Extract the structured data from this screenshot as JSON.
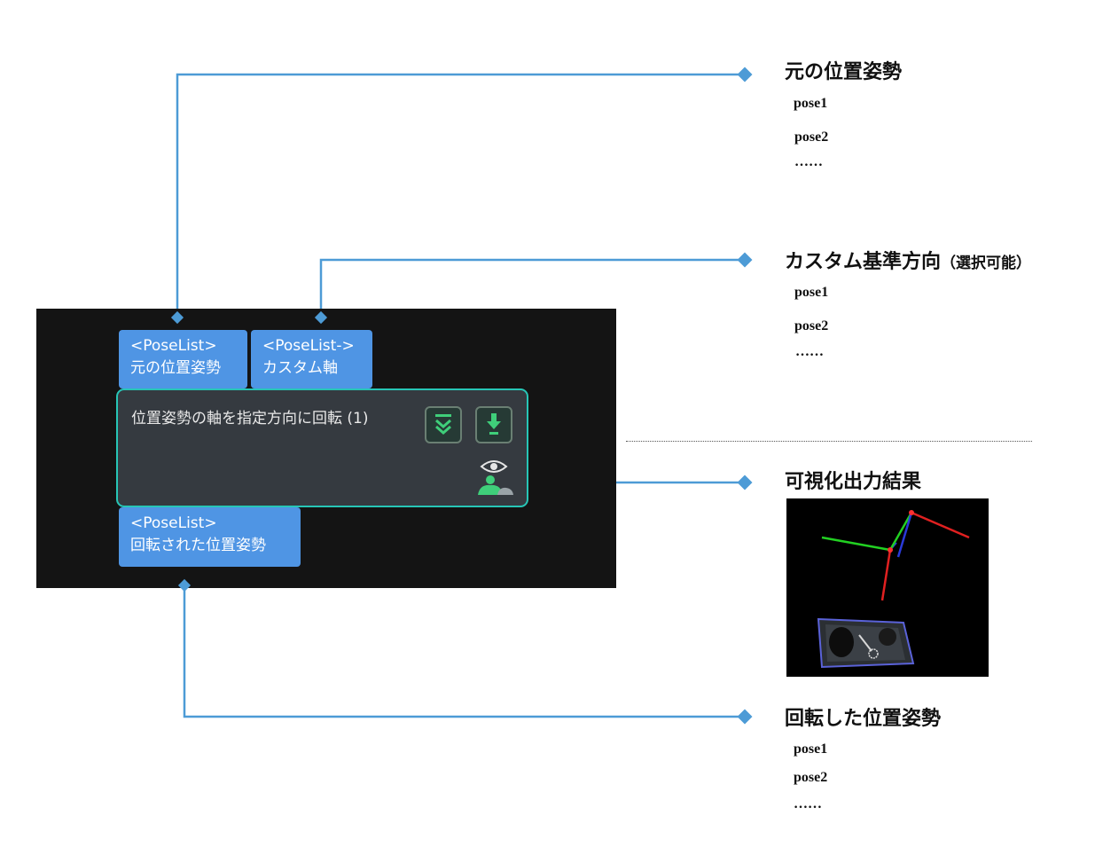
{
  "step": {
    "title": "位置姿勢の軸を指定方向に回転 (1)",
    "inputs": [
      {
        "type": "<PoseList>",
        "name": "元の位置姿勢"
      },
      {
        "type": "<PoseList->",
        "name": "カスタム軸"
      }
    ],
    "output": {
      "type": "<PoseList>",
      "name": "回転された位置姿勢"
    },
    "buttons": [
      "expand-icon",
      "download-icon"
    ],
    "visualize_icon": "eye-person-icon"
  },
  "annotations": {
    "original_pose": {
      "heading": "元の位置姿勢",
      "items": [
        "pose1",
        "pose2",
        "……"
      ]
    },
    "custom_reference": {
      "heading": "カスタム基準方向",
      "note": "（選択可能）",
      "items": [
        "pose1",
        "pose2",
        "……"
      ]
    },
    "visualization": {
      "heading": "可視化出力結果"
    },
    "rotated_pose": {
      "heading": "回転した位置姿勢",
      "items": [
        "pose1",
        "pose2",
        "……"
      ]
    }
  },
  "colors": {
    "connector": "#4d9bd6",
    "canvas": "#141414",
    "port": "#4f95e4",
    "step_border": "#27c6b6",
    "step_fill": "#353a40"
  }
}
